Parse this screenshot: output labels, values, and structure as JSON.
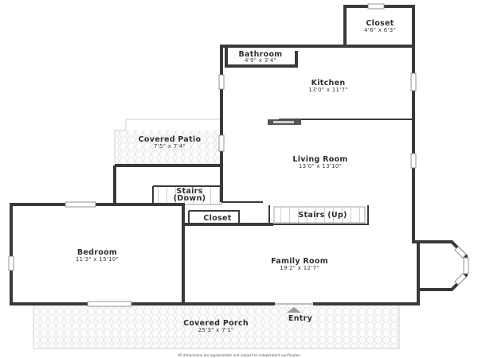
{
  "rooms": {
    "closet_top": {
      "name": "Closet",
      "dims": "4'6\" x 6'3\""
    },
    "bathroom": {
      "name": "Bathroom",
      "dims": "4'9\" x 3'4\""
    },
    "kitchen": {
      "name": "Kitchen",
      "dims": "13'0\" x 11'7\""
    },
    "covered_patio": {
      "name": "Covered Patio",
      "dims": "7'5\" x 7'4\""
    },
    "living_room": {
      "name": "Living Room",
      "dims": "13'0\" x 13'10\""
    },
    "stairs_down": {
      "name_line1": "Stairs",
      "name_line2": "(Down)"
    },
    "closet_mid": {
      "name": "Closet"
    },
    "stairs_up": {
      "name": "Stairs (Up)"
    },
    "bedroom": {
      "name": "Bedroom",
      "dims": "11'3\" x 15'10\""
    },
    "family_room": {
      "name": "Family Room",
      "dims": "19'2\" x 12'7\""
    },
    "covered_porch": {
      "name": "Covered Porch",
      "dims": "25'3\" x 7'1\""
    }
  },
  "entry_label": "Entry",
  "disclaimer": "All dimensions are approximate and subject to independent verification"
}
